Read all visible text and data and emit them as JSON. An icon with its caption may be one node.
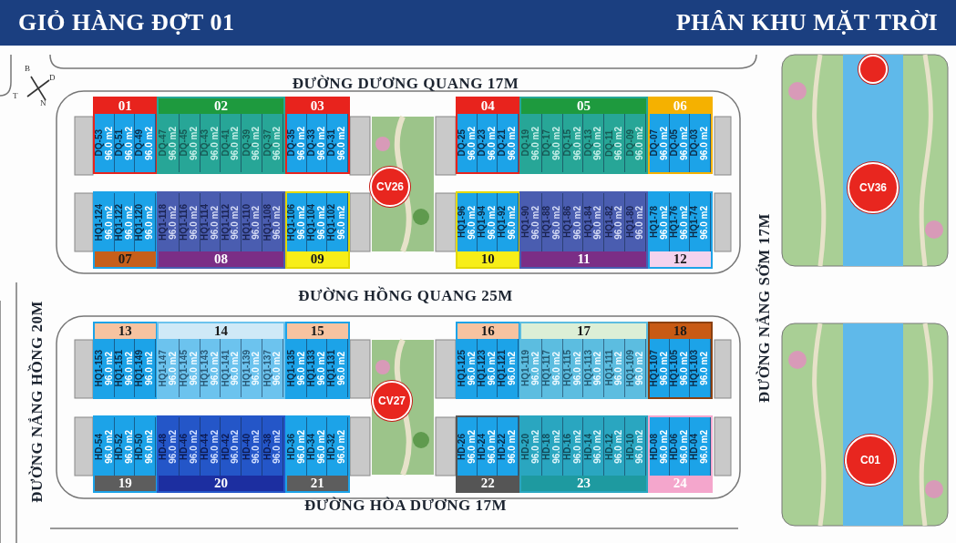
{
  "diagram": {
    "title": "GIỎ HÀNG ĐỢT 01",
    "nodes": [
      {
        "text": [
          "01"
        ]
      },
      {
        "text": [
          "DQ-53",
          "96.0 m2"
        ],
        "in": 0
      },
      {
        "text": [
          "DQ-51",
          "96.0 m2"
        ],
        "in": 0
      },
      {
        "text": [
          "DQ-49",
          "96.0 m2"
        ],
        "in": 0
      },
      {
        "text": [
          "02"
        ]
      },
      {
        "text": [
          "DQ-47",
          "96.0 m2"
        ],
        "in": 4
      },
      {
        "text": [
          "DQ-45",
          "96.0 m2"
        ],
        "in": 4
      },
      {
        "text": [
          "DQ-43",
          "96.0 m2"
        ],
        "in": 4
      },
      {
        "text": [
          "DQ-41",
          "96.0 m2"
        ],
        "in": 4
      },
      {
        "text": [
          "DQ-39",
          "96.0 m2"
        ],
        "in": 4
      },
      {
        "text": [
          "DQ-37",
          "96.0 m2"
        ],
        "in": 4
      },
      {
        "text": [
          "03"
        ]
      },
      {
        "text": [
          "DQ-35",
          "96.0 m2"
        ],
        "in": 11
      },
      {
        "text": [
          "DQ-33",
          "96.0 m2"
        ],
        "in": 11
      },
      {
        "text": [
          "DQ-31",
          "96.0 m2"
        ],
        "in": 11
      },
      {
        "text": [
          "04"
        ]
      },
      {
        "text": [
          "DQ-25",
          "96.0 m2"
        ],
        "in": 15
      },
      {
        "text": [
          "DQ-23",
          "96.0 m2"
        ],
        "in": 15
      },
      {
        "text": [
          "DQ-21",
          "96.0 m2"
        ],
        "in": 15
      },
      {
        "text": [
          "05"
        ]
      },
      {
        "text": [
          "DQ-19",
          "96.0 m2"
        ],
        "in": 19
      },
      {
        "text": [
          "DQ-17",
          "96.0 m2"
        ],
        "in": 19
      },
      {
        "text": [
          "DQ-15",
          "96.0 m2"
        ],
        "in": 19
      },
      {
        "text": [
          "DQ-13",
          "96.0 m2"
        ],
        "in": 19
      },
      {
        "text": [
          "DQ-11",
          "96.0 m2"
        ],
        "in": 19
      },
      {
        "text": [
          "DQ-09",
          "96.0 m2"
        ],
        "in": 19
      },
      {
        "text": [
          "06"
        ]
      },
      {
        "text": [
          "DQ-07",
          "96.0 m2"
        ],
        "in": 26
      },
      {
        "text": [
          "DQ-05",
          "96.0 m2"
        ],
        "in": 26
      },
      {
        "text": [
          "DQ-03",
          "96.0 m2"
        ],
        "in": 26
      },
      {
        "text": [
          "07"
        ]
      },
      {
        "text": [
          "HQ1-124",
          "96.0 m2"
        ],
        "in": 30
      },
      {
        "text": [
          "HQ1-122",
          "96.0 m2"
        ],
        "in": 30
      },
      {
        "text": [
          "HQ1-120",
          "96.0 m2"
        ],
        "in": 30
      },
      {
        "text": [
          "08"
        ]
      },
      {
        "text": [
          "HQ1-118",
          "96.0 m2"
        ],
        "in": 34
      },
      {
        "text": [
          "HQ1-116",
          "96.0 m2"
        ],
        "in": 34
      },
      {
        "text": [
          "HQ1-114",
          "96.0 m2"
        ],
        "in": 34
      },
      {
        "text": [
          "HQ1-112",
          "96.0 m2"
        ],
        "in": 34
      },
      {
        "text": [
          "HQ1-110",
          "96.0 m2"
        ],
        "in": 34
      },
      {
        "text": [
          "HQ1-108",
          "96.0 m2"
        ],
        "in": 34
      },
      {
        "text": [
          "09"
        ]
      },
      {
        "text": [
          "HQ1-106",
          "96.0 m2"
        ],
        "in": 41
      },
      {
        "text": [
          "HQ1-104",
          "96.0 m2"
        ],
        "in": 41
      },
      {
        "text": [
          "HQ1-102",
          "96.0 m2"
        ],
        "in": 41
      },
      {
        "text": [
          "10"
        ]
      },
      {
        "text": [
          "HQ1-96",
          "96.0 m2"
        ],
        "in": 45
      },
      {
        "text": [
          "HQ1-94",
          "96.0 m2"
        ],
        "in": 45
      },
      {
        "text": [
          "HQ1-92",
          "96.0 m2"
        ],
        "in": 45
      },
      {
        "text": [
          "11"
        ]
      },
      {
        "text": [
          "HQ1-90",
          "96.0 m2"
        ],
        "in": 49
      },
      {
        "text": [
          "HQ1-88",
          "96.0 m2"
        ],
        "in": 49
      },
      {
        "text": [
          "HQ1-86",
          "96.0 m2"
        ],
        "in": 49
      },
      {
        "text": [
          "HQ1-84",
          "96.0 m2"
        ],
        "in": 49
      },
      {
        "text": [
          "HQ1-82",
          "96.0 m2"
        ],
        "in": 49
      },
      {
        "text": [
          "HQ1-80",
          "96.0 m2"
        ],
        "in": 49
      },
      {
        "text": [
          "12"
        ]
      },
      {
        "text": [
          "HQ1-78",
          "96.0 m2"
        ],
        "in": 56
      },
      {
        "text": [
          "HQ1-76",
          "96.0 m2"
        ],
        "in": 56
      },
      {
        "text": [
          "HQ1-74",
          "96.0 m2"
        ],
        "in": 56
      },
      {
        "text": [
          "13"
        ]
      },
      {
        "text": [
          "HQ1-153",
          "96.0 m2"
        ],
        "in": 60
      },
      {
        "text": [
          "HQ1-151",
          "96.0 m2"
        ],
        "in": 60
      },
      {
        "text": [
          "HQ1-149",
          "96.0 m2"
        ],
        "in": 60
      },
      {
        "text": [
          "14"
        ]
      },
      {
        "text": [
          "HQ1-147",
          "96.0 m2"
        ],
        "in": 64
      },
      {
        "text": [
          "HQ1-145",
          "96.0 m2"
        ],
        "in": 64
      },
      {
        "text": [
          "HQ1-143",
          "96.0 m2"
        ],
        "in": 64
      },
      {
        "text": [
          "HQ1-141",
          "96.0 m2"
        ],
        "in": 64
      },
      {
        "text": [
          "HQ1-139",
          "96.0 m2"
        ],
        "in": 64
      },
      {
        "text": [
          "HQ1-137",
          "96.0 m2"
        ],
        "in": 64
      },
      {
        "text": [
          "15"
        ]
      },
      {
        "text": [
          "HQ1-135",
          "96.0 m2"
        ],
        "in": 71
      },
      {
        "text": [
          "HQ1-133",
          "96.0 m2"
        ],
        "in": 71
      },
      {
        "text": [
          "HQ1-131",
          "96.0 m2"
        ],
        "in": 71
      },
      {
        "text": [
          "16"
        ]
      },
      {
        "text": [
          "HQ1-125",
          "96.0 m2"
        ],
        "in": 75
      },
      {
        "text": [
          "HQ1-123",
          "96.0 m2"
        ],
        "in": 75
      },
      {
        "text": [
          "HQ1-121",
          "96.0 m2"
        ],
        "in": 75
      },
      {
        "text": [
          "17"
        ]
      },
      {
        "text": [
          "HQ1-119",
          "96.0 m2"
        ],
        "in": 79
      },
      {
        "text": [
          "HQ1-117",
          "96.0 m2"
        ],
        "in": 79
      },
      {
        "text": [
          "HQ1-115",
          "96.0 m2"
        ],
        "in": 79
      },
      {
        "text": [
          "HQ1-113",
          "96.0 m2"
        ],
        "in": 79
      },
      {
        "text": [
          "HQ1-111",
          "96.0 m2"
        ],
        "in": 79
      },
      {
        "text": [
          "HQ1-109",
          "96.0 m2"
        ],
        "in": 79
      },
      {
        "text": [
          "18"
        ]
      },
      {
        "text": [
          "HQ1-107",
          "96.0 m2"
        ],
        "in": 86
      },
      {
        "text": [
          "HQ1-105",
          "96.0 m2"
        ],
        "in": 86
      },
      {
        "text": [
          "HQ1-103",
          "96.0 m2"
        ],
        "in": 86
      },
      {
        "text": [
          "19"
        ]
      },
      {
        "text": [
          "HD-54",
          "96.0 m2"
        ],
        "in": 90
      },
      {
        "text": [
          "HD-52",
          "96.0 m2"
        ],
        "in": 90
      },
      {
        "text": [
          "HD-50",
          "96.0 m2"
        ],
        "in": 90
      },
      {
        "text": [
          "20"
        ]
      },
      {
        "text": [
          "HD-48",
          "96.0 m2"
        ],
        "in": 94
      },
      {
        "text": [
          "HD-46",
          "96.0 m2"
        ],
        "in": 94
      },
      {
        "text": [
          "HD-44",
          "96.0 m2"
        ],
        "in": 94
      },
      {
        "text": [
          "HD-42",
          "96.0 m2"
        ],
        "in": 94
      },
      {
        "text": [
          "HD-40",
          "96.0 m2"
        ],
        "in": 94
      },
      {
        "text": [
          "HD-38",
          "96.0 m2"
        ],
        "in": 94
      },
      {
        "text": [
          "21"
        ]
      },
      {
        "text": [
          "HD-36",
          "96.0 m2"
        ],
        "in": 101
      },
      {
        "text": [
          "HD-34",
          "96.0 m2"
        ],
        "in": 101
      },
      {
        "text": [
          "HD-32",
          "96.0 m2"
        ],
        "in": 101
      },
      {
        "text": [
          "22"
        ]
      },
      {
        "text": [
          "HD-26",
          "96.0 m2"
        ],
        "in": 105
      },
      {
        "text": [
          "HD-24",
          "96.0 m2"
        ],
        "in": 105
      },
      {
        "text": [
          "HD-22",
          "96.0 m2"
        ],
        "in": 105
      },
      {
        "text": [
          "23"
        ]
      },
      {
        "text": [
          "HD-20",
          "96.0 m2"
        ],
        "in": 109
      },
      {
        "text": [
          "HD-18",
          "96.0 m2"
        ],
        "in": 109
      },
      {
        "text": [
          "HD-16",
          "96.0 m2"
        ],
        "in": 109
      },
      {
        "text": [
          "HD-14",
          "96.0 m2"
        ],
        "in": 109
      },
      {
        "text": [
          "HD-12",
          "96.0 m2"
        ],
        "in": 109
      },
      {
        "text": [
          "HD-10",
          "96.0 m2"
        ],
        "in": 109
      },
      {
        "text": [
          "24"
        ]
      },
      {
        "text": [
          "HD-08",
          "96.0 m2"
        ],
        "in": 116
      },
      {
        "text": [
          "HD-06",
          "96.0 m2"
        ],
        "in": 116
      },
      {
        "text": [
          "HD-04",
          "96.0 m2"
        ],
        "in": 116
      },
      {
        "text": [],
        "shape": "circle"
      },
      {
        "text": [
          "CV26"
        ]
      },
      {
        "text": [
          "CV36"
        ]
      },
      {
        "text": [
          "CV27"
        ]
      },
      {
        "text": [
          "C01"
        ]
      }
    ],
    "labels": [
      "PHÂN KHU MẶT TRỜI",
      "B",
      "D",
      "T",
      "N",
      "ĐƯỜNG DƯƠNG QUANG 17M",
      "ĐƯỜNG HỒNG QUANG 25M",
      "ĐƯỜNG HÒA DƯƠNG 17M",
      "ĐƯỜNG NẮNG HỒNG 20M",
      "ĐƯỜNG NẮNG SỚM 17M"
    ]
  }
}
